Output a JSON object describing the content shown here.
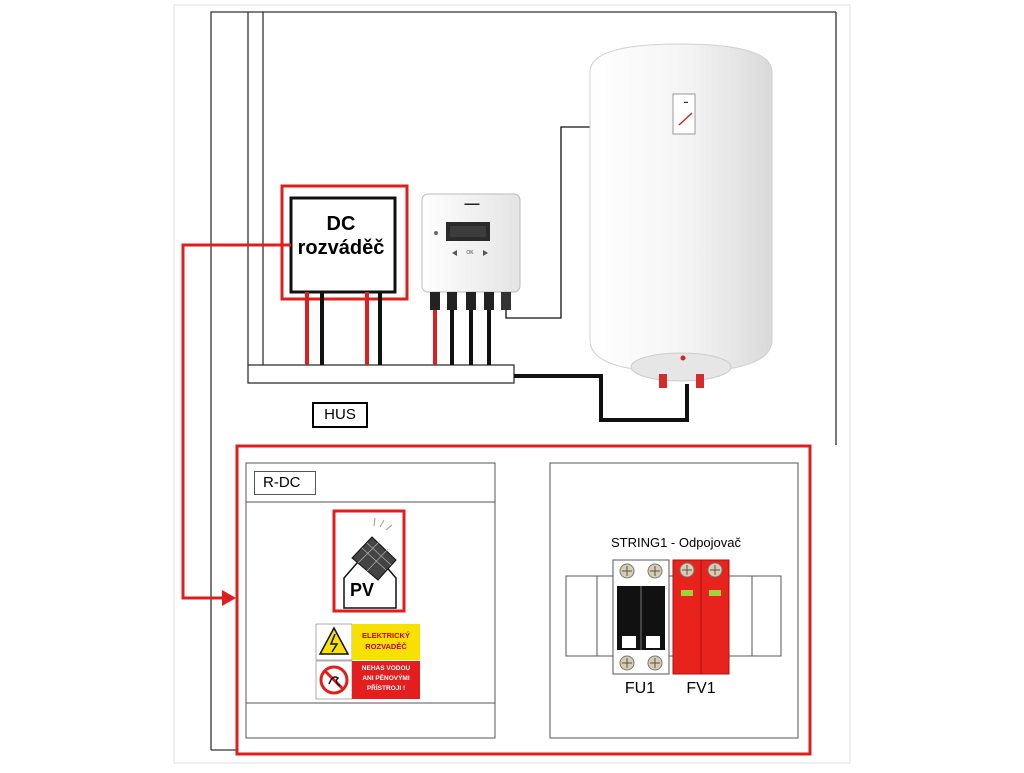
{
  "diagram": {
    "dc_box": {
      "line1": "DC",
      "line2": "rozváděč"
    },
    "hus_label": "HUS",
    "rdc_panel": {
      "label": "R-DC",
      "pv_sign": "PV",
      "warning_yellow": [
        "ELEKTRICKÝ",
        "ROZVADĚČ"
      ],
      "warning_red": [
        "NEHAS VODOU",
        "ANI PĚNOVÝMI",
        "PŘÍSTROJI !"
      ]
    },
    "disconnector_panel": {
      "title": "STRING1 - Odpojovač",
      "fuse_label": "FU1",
      "surge_label": "FV1"
    },
    "inverter": {
      "brand_icon": "inverter-brand-logo-icon",
      "ok_label": "OK"
    },
    "water_heater": {
      "brand_icon": "heater-brand-logo-icon"
    },
    "colors": {
      "highlight_red": "#e01e1e",
      "wire_black": "#111111",
      "surge_red": "#e8221c",
      "fuse_body": "#111111",
      "heater_white": "#f2f2f2",
      "warning_yellow": "#f6e100"
    }
  }
}
